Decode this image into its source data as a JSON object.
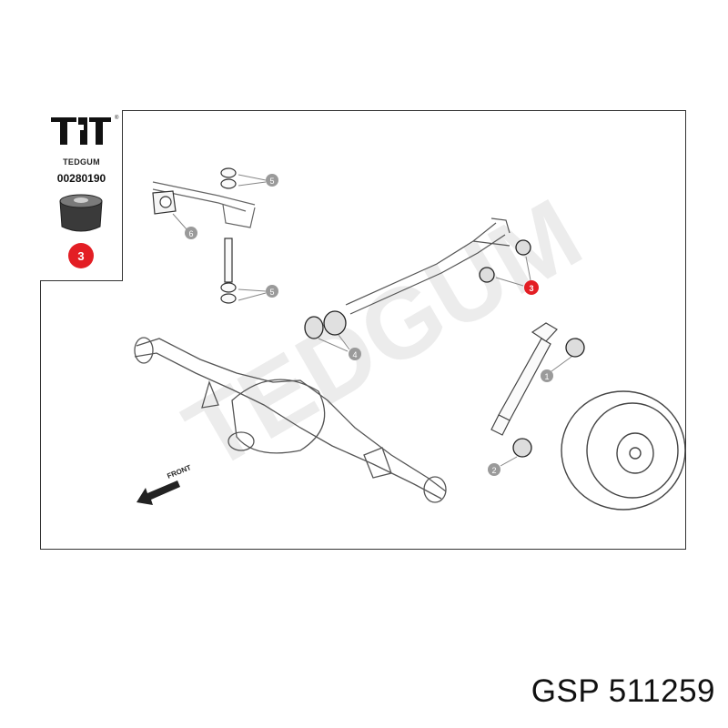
{
  "infobox": {
    "brand": "TEDGUM",
    "registered_mark": "®",
    "part_number": "00280190",
    "highlight_number": "3"
  },
  "diagram": {
    "watermark": "TEDGUM",
    "front_label": "FRONT",
    "callouts": [
      "5",
      "6",
      "5",
      "3",
      "4",
      "1",
      "2"
    ],
    "highlight_color": "#e31e24",
    "callout_color": "#9a9a9a"
  },
  "footer": {
    "label": "GSP 511259"
  }
}
